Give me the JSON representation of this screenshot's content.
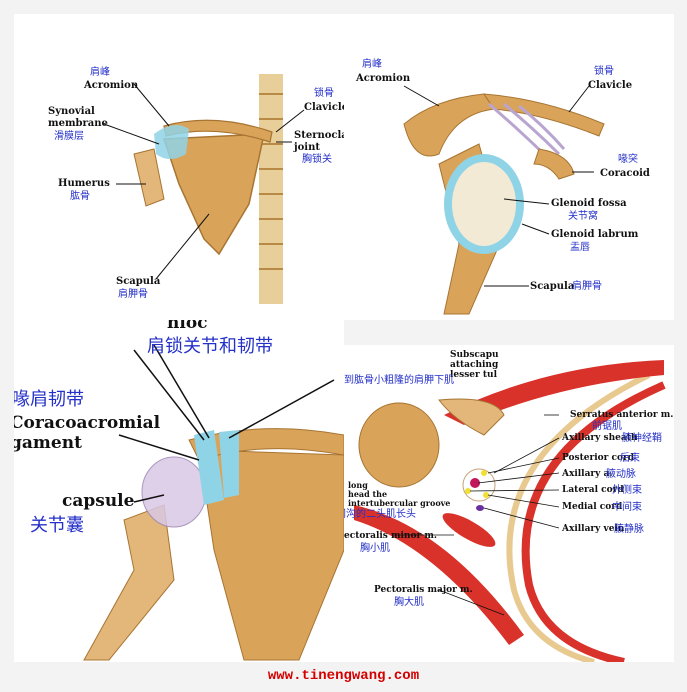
{
  "panel1": {
    "acromion_zh": "肩峰",
    "acromion_en": "Acromion",
    "synovial_en_1": "Synovial",
    "synovial_en_2": "membrane",
    "synovial_zh": "滑膜层",
    "clavicle_zh": "锁骨",
    "clavicle_en": "Clavicle",
    "sterno_en_1": "Sternoclav",
    "sterno_en_2": "joint",
    "sterno_zh": "胸锁关",
    "humerus_en": "Humerus",
    "humerus_zh": "肱骨",
    "scapula_en": "Scapula",
    "scapula_zh": "肩胛骨"
  },
  "panel2": {
    "acromion_zh": "肩峰",
    "acromion_en": "Acromion",
    "clavicle_zh": "锁骨",
    "clavicle_en": "Clavicle",
    "coracoid_zh": "喙突",
    "coracoid_en": "Coracoid",
    "glenoid_fossa_en": "Glenoid fossa",
    "glenoid_fossa_zh": "关节窝",
    "glenoid_labrum_en": "Glenoid labrum",
    "glenoid_labrum_zh": "盂唇",
    "scapula_en": "Scapula",
    "scapula_zh": "肩胛骨"
  },
  "panel3": {
    "top_en": "nioc",
    "top_zh": "肩锁关节和韧带",
    "cal_zh": "喙肩韧带",
    "cal_en_1": "Coracoacromial",
    "cal_en_2": "gament",
    "capsule_en": "capsule",
    "capsule_zh": "关节囊"
  },
  "panel4": {
    "subscap_en_1": "Subscapu",
    "subscap_en_2": "attaching",
    "subscap_en_3": "lesser tul",
    "subscap_zh": "到肱骨小粗隆的肩胛下肌",
    "serratus_en": "Serratus anterior m.",
    "serratus_zh": "前锯肌",
    "sheath_en": "Axillary sheath",
    "sheath_zh": "腋神经鞘",
    "posterior_en": "Posterior cord",
    "posterior_zh": "后束",
    "axa_en": "Axillary a.",
    "axa_zh": "腋动脉",
    "lateral_en": "Lateral cord",
    "lateral_zh": "外侧束",
    "medial_en": "Medial cord",
    "medial_zh": "中间束",
    "vein_en": "Axillary vein",
    "vein_zh": "腋静脉",
    "biceps_en_1": "long",
    "biceps_en_2": "head the",
    "biceps_en_3": "intertubercular groove",
    "biceps_zh": "结节间沟的二头肌长头",
    "pminor_en": "ectoralis minor m.",
    "pminor_zh": "胸小肌",
    "pmajor_en": "Pectoralis major m.",
    "pmajor_zh": "胸大肌"
  },
  "footer": "www.tinengwang.com",
  "colors": {
    "bone": "#d9a45a",
    "cartilage": "#8fd3e6",
    "muscle": "#d8322a",
    "label_zh": "#2430c8",
    "footer": "#d40000"
  }
}
